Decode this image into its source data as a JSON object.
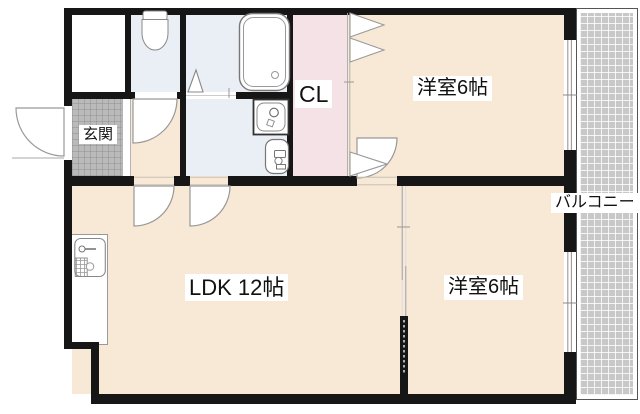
{
  "floorplan": {
    "labels": {
      "entrance": "玄関",
      "closet": "CL",
      "bedroom_top": "洋室6帖",
      "ldk": "LDK 12帖",
      "bedroom_bottom": "洋室6帖",
      "balcony": "バルコニー"
    },
    "icons": [
      "toilet-icon",
      "bathtub-icon",
      "washing-machine-pan-icon",
      "washbasin-icon",
      "kitchen-sink-icon",
      "swing-door-icon",
      "folding-door-icon",
      "sliding-door-icon",
      "sliding-window-icon"
    ],
    "colors": {
      "floor": "#f8e8d6",
      "closet_pink": "#f4e2e7",
      "wet_area": "#eaeef5",
      "entrance_tile": "#bababa",
      "balcony_deck": "#c8c8c8",
      "wall": "#161616"
    }
  }
}
